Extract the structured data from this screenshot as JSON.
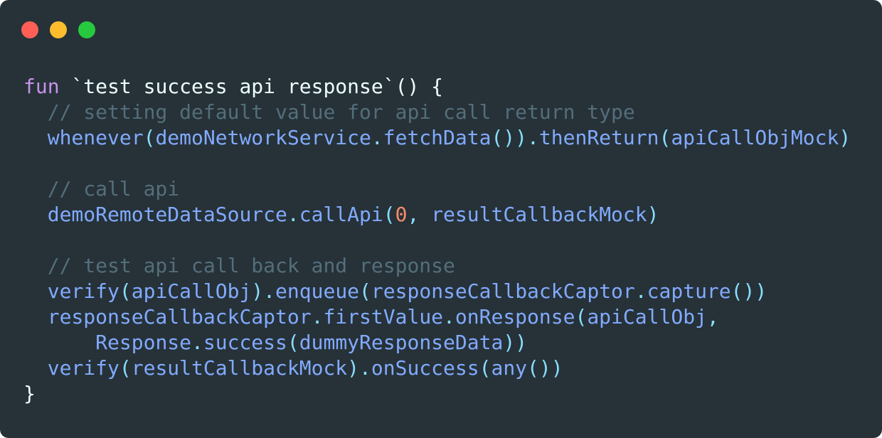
{
  "window": {
    "controls": [
      {
        "name": "close",
        "color": "#FF5F56"
      },
      {
        "name": "minimize",
        "color": "#FFBD2E"
      },
      {
        "name": "zoom",
        "color": "#27C93F"
      }
    ]
  },
  "theme": {
    "background": "#263238",
    "plain": "#EEFFFF",
    "keyword": "#C792EA",
    "function": "#82AAFF",
    "comment": "#546E7A",
    "number": "#F78C6C",
    "punctuation": "#89DDFF"
  },
  "code": {
    "lines": [
      [
        {
          "t": "fun",
          "k": "keyword"
        },
        {
          "t": " `test success api response`() {",
          "k": "plain"
        }
      ],
      [
        {
          "t": "  ",
          "k": "plain"
        },
        {
          "t": "// setting default value for api call return type",
          "k": "comment"
        }
      ],
      [
        {
          "t": "  ",
          "k": "plain"
        },
        {
          "t": "whenever",
          "k": "function"
        },
        {
          "t": "(",
          "k": "punctuation"
        },
        {
          "t": "demoNetworkService",
          "k": "function"
        },
        {
          "t": ".",
          "k": "punctuation"
        },
        {
          "t": "fetchData",
          "k": "function"
        },
        {
          "t": "()).",
          "k": "punctuation"
        },
        {
          "t": "thenReturn",
          "k": "function"
        },
        {
          "t": "(",
          "k": "punctuation"
        },
        {
          "t": "apiCallObjMock",
          "k": "function"
        },
        {
          "t": ")",
          "k": "punctuation"
        }
      ],
      [],
      [
        {
          "t": "  ",
          "k": "plain"
        },
        {
          "t": "// call api",
          "k": "comment"
        }
      ],
      [
        {
          "t": "  ",
          "k": "plain"
        },
        {
          "t": "demoRemoteDataSource",
          "k": "function"
        },
        {
          "t": ".",
          "k": "punctuation"
        },
        {
          "t": "callApi",
          "k": "function"
        },
        {
          "t": "(",
          "k": "punctuation"
        },
        {
          "t": "0",
          "k": "number"
        },
        {
          "t": ", ",
          "k": "punctuation"
        },
        {
          "t": "resultCallbackMock",
          "k": "function"
        },
        {
          "t": ")",
          "k": "punctuation"
        }
      ],
      [],
      [
        {
          "t": "  ",
          "k": "plain"
        },
        {
          "t": "// test api call back and response",
          "k": "comment"
        }
      ],
      [
        {
          "t": "  ",
          "k": "plain"
        },
        {
          "t": "verify",
          "k": "function"
        },
        {
          "t": "(",
          "k": "punctuation"
        },
        {
          "t": "apiCallObj",
          "k": "function"
        },
        {
          "t": ").",
          "k": "punctuation"
        },
        {
          "t": "enqueue",
          "k": "function"
        },
        {
          "t": "(",
          "k": "punctuation"
        },
        {
          "t": "responseCallbackCaptor",
          "k": "function"
        },
        {
          "t": ".",
          "k": "punctuation"
        },
        {
          "t": "capture",
          "k": "function"
        },
        {
          "t": "())",
          "k": "punctuation"
        }
      ],
      [
        {
          "t": "  ",
          "k": "plain"
        },
        {
          "t": "responseCallbackCaptor",
          "k": "function"
        },
        {
          "t": ".",
          "k": "punctuation"
        },
        {
          "t": "firstValue",
          "k": "function"
        },
        {
          "t": ".",
          "k": "punctuation"
        },
        {
          "t": "onResponse",
          "k": "function"
        },
        {
          "t": "(",
          "k": "punctuation"
        },
        {
          "t": "apiCallObj",
          "k": "function"
        },
        {
          "t": ",",
          "k": "punctuation"
        }
      ],
      [
        {
          "t": "      ",
          "k": "plain"
        },
        {
          "t": "Response",
          "k": "function"
        },
        {
          "t": ".",
          "k": "punctuation"
        },
        {
          "t": "success",
          "k": "function"
        },
        {
          "t": "(",
          "k": "punctuation"
        },
        {
          "t": "dummyResponseData",
          "k": "function"
        },
        {
          "t": "))",
          "k": "punctuation"
        }
      ],
      [
        {
          "t": "  ",
          "k": "plain"
        },
        {
          "t": "verify",
          "k": "function"
        },
        {
          "t": "(",
          "k": "punctuation"
        },
        {
          "t": "resultCallbackMock",
          "k": "function"
        },
        {
          "t": ").",
          "k": "punctuation"
        },
        {
          "t": "onSuccess",
          "k": "function"
        },
        {
          "t": "(",
          "k": "punctuation"
        },
        {
          "t": "any",
          "k": "function"
        },
        {
          "t": "())",
          "k": "punctuation"
        }
      ],
      [
        {
          "t": "}",
          "k": "plain"
        }
      ]
    ]
  }
}
